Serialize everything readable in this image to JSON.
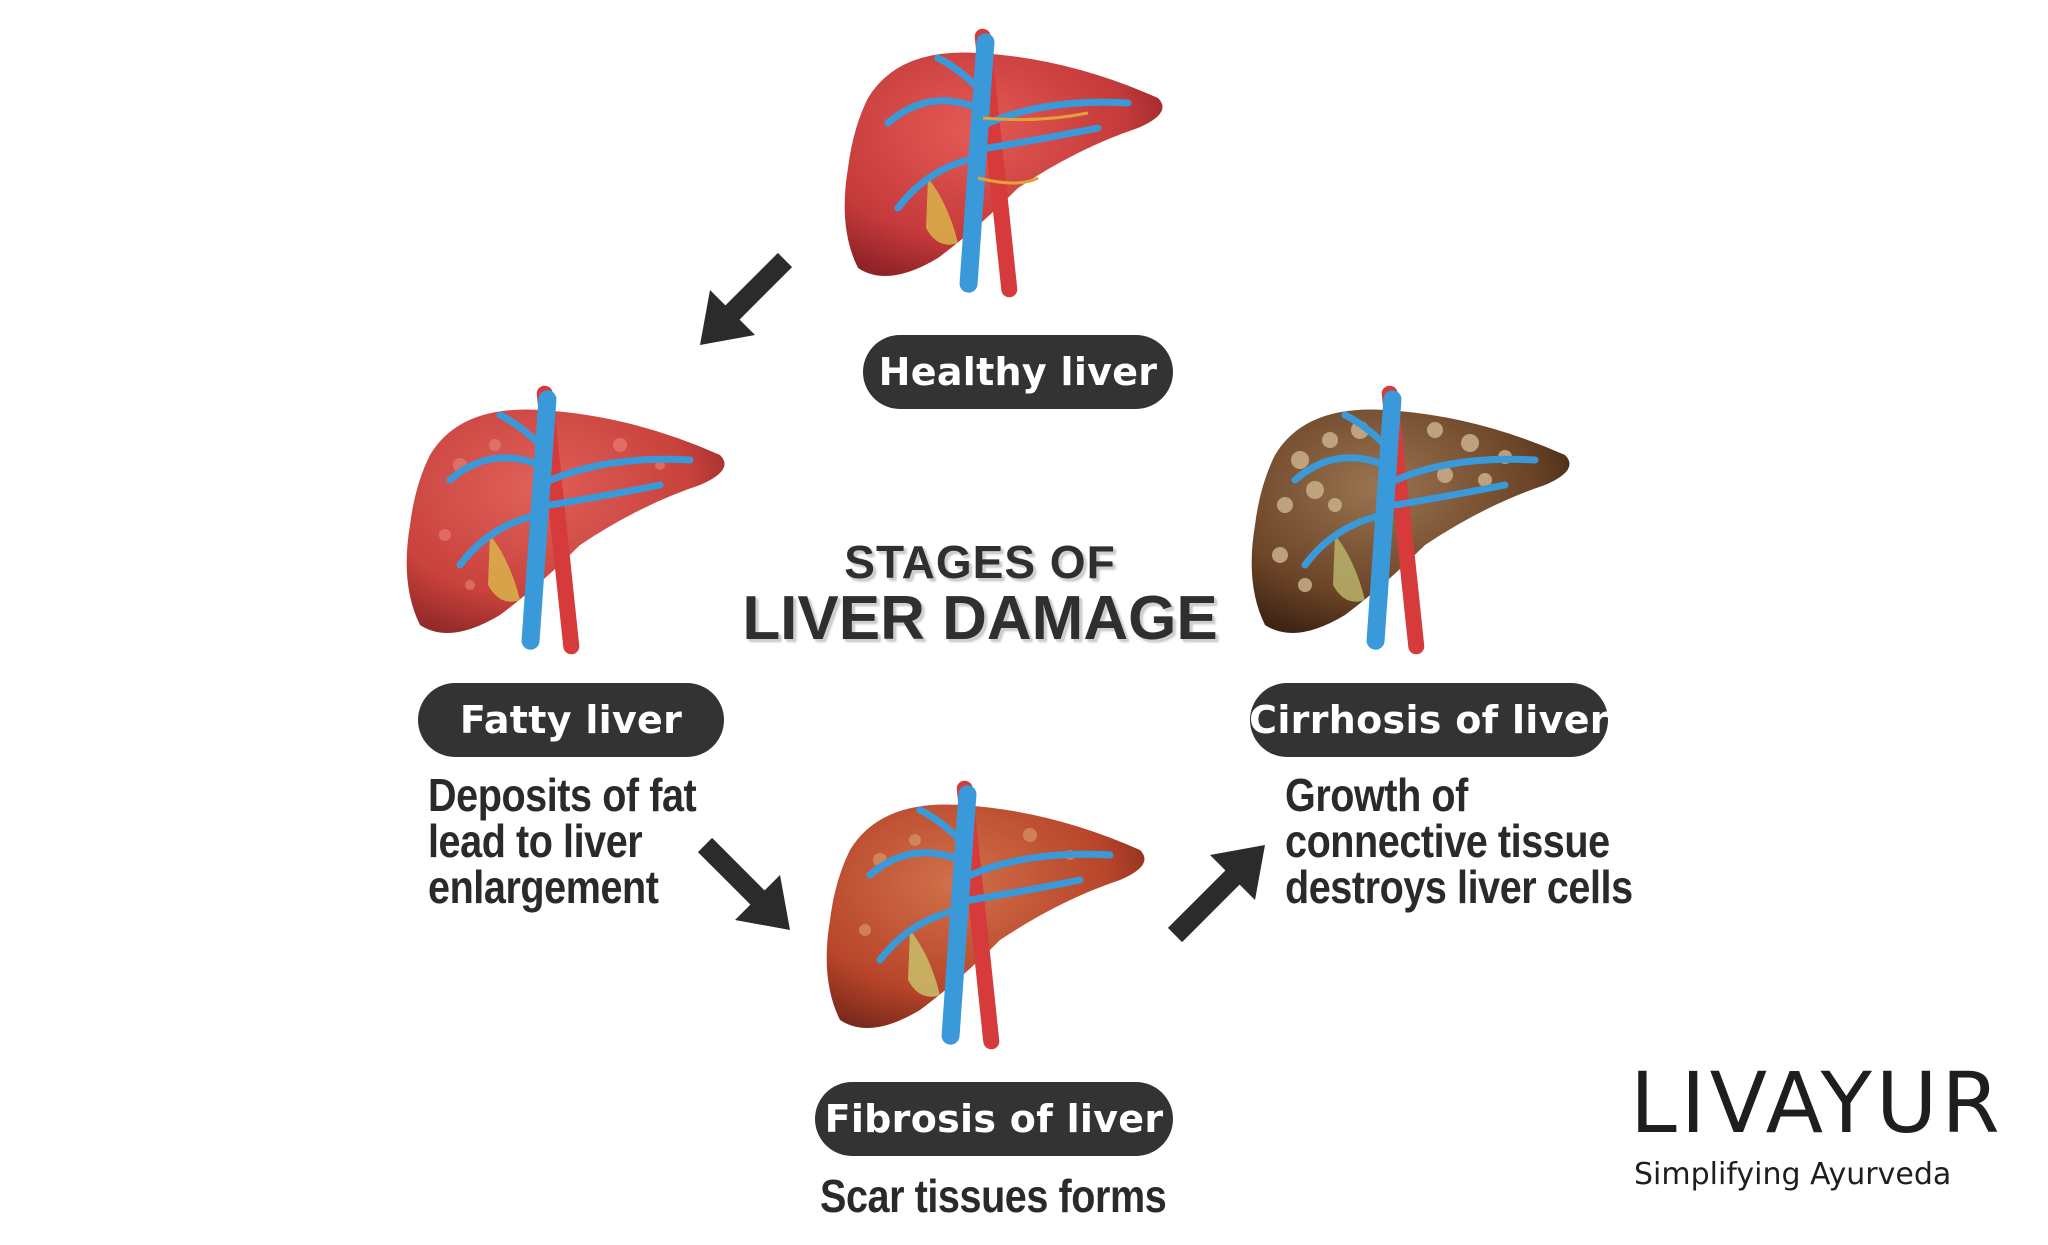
{
  "title": {
    "line1": "STAGES OF",
    "line2": "LIVER DAMAGE"
  },
  "stages": {
    "healthy": {
      "label": "Healthy liver"
    },
    "fatty": {
      "label": "Fatty liver",
      "description": [
        "Deposits of fat",
        "lead to liver",
        "enlargement"
      ]
    },
    "fibrosis": {
      "label": "Fibrosis of liver",
      "description": [
        "Scar tissues forms"
      ]
    },
    "cirrhosis": {
      "label": "Cirrhosis of liver",
      "description": [
        "Growth of",
        "connective tissue",
        "destroys liver cells"
      ]
    }
  },
  "brand": {
    "name": "LIVAYUR",
    "tagline": "Simplifying Ayurveda"
  },
  "colors": {
    "pill": "#333333",
    "healthy": "#c43a3a",
    "fatty": "#c9423c",
    "fibrosis": "#b8452a",
    "cirrhosis": "#6b4326",
    "vein": "#3a9ad9",
    "artery": "#d63a3a"
  },
  "icons": [
    "arrow-down-left-icon",
    "arrow-down-right-icon",
    "arrow-up-right-icon",
    "liver-illustration"
  ]
}
